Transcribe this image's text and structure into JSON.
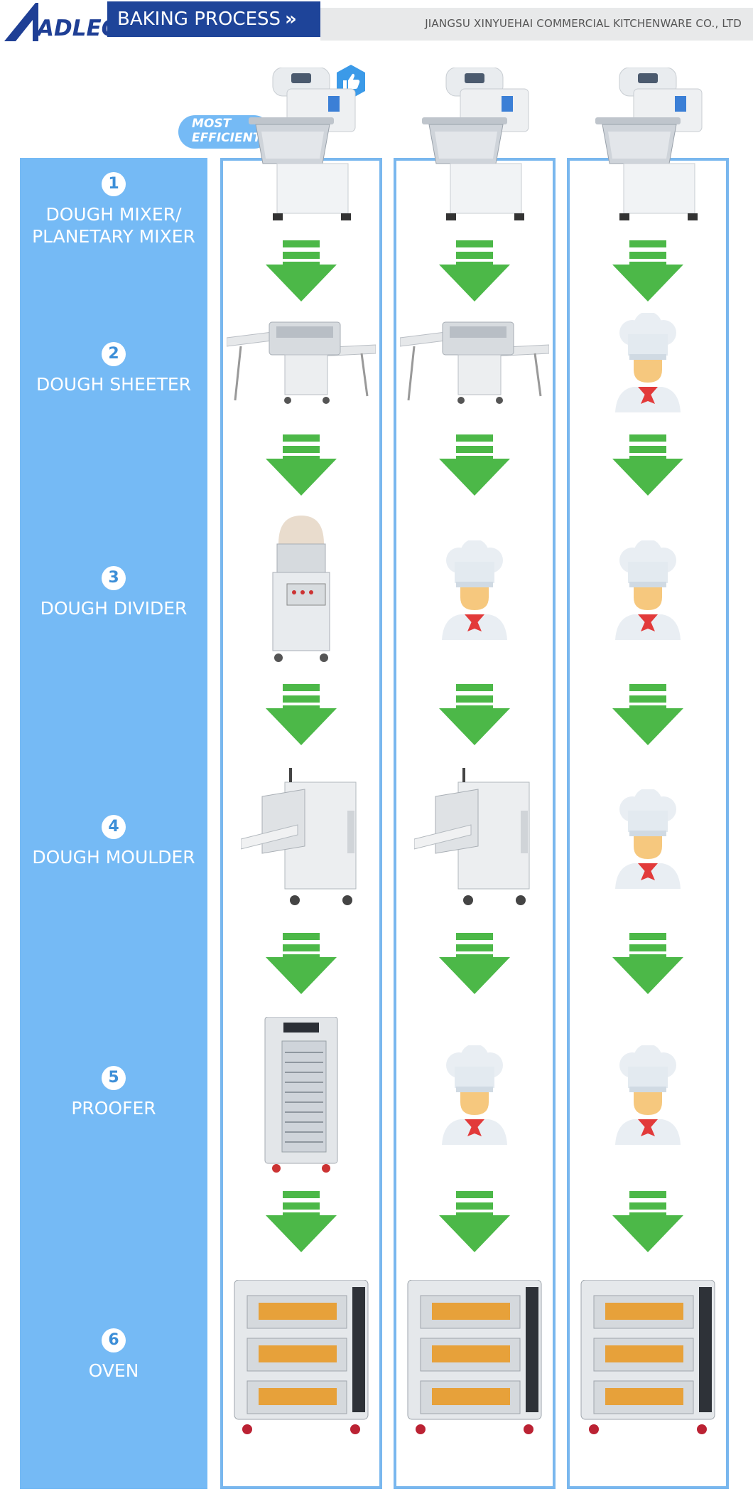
{
  "brand": {
    "logo_text": "ADLEO"
  },
  "header": {
    "title": "BAKING PROCESS",
    "company": "JIANGSU XINYUEHAI COMMERCIAL KITCHENWARE CO., LTD"
  },
  "badge": {
    "line1": "MOST",
    "line2": "EFFICIENT"
  },
  "steps": [
    {
      "num": "1",
      "label_line1": "DOUGH MIXER/",
      "label_line2": "PLANETARY MIXER"
    },
    {
      "num": "2",
      "label_line1": "DOUGH SHEETER",
      "label_line2": ""
    },
    {
      "num": "3",
      "label_line1": "DOUGH DIVIDER",
      "label_line2": ""
    },
    {
      "num": "4",
      "label_line1": "DOUGH MOULDER",
      "label_line2": ""
    },
    {
      "num": "5",
      "label_line1": "PROOFER",
      "label_line2": ""
    },
    {
      "num": "6",
      "label_line1": "OVEN",
      "label_line2": ""
    }
  ],
  "options": [
    {
      "items": [
        "mixer-icon",
        "sheeter-icon",
        "divider-icon",
        "moulder-icon",
        "proofer-icon",
        "oven-icon"
      ]
    },
    {
      "items": [
        "mixer-icon",
        "sheeter-icon",
        "chef-icon",
        "moulder-icon",
        "chef-icon",
        "oven-icon"
      ]
    },
    {
      "items": [
        "mixer-icon",
        "chef-icon",
        "chef-icon",
        "chef-icon",
        "chef-icon",
        "oven-icon"
      ]
    }
  ],
  "colors": {
    "header_blue": "#1e4499",
    "step_blue": "#75baf5",
    "column_border": "#79b7ee",
    "arrow_green": "#4cb848"
  },
  "icons": {
    "thumb": "thumbs-up-icon",
    "arrow": "down-arrow-icon"
  }
}
